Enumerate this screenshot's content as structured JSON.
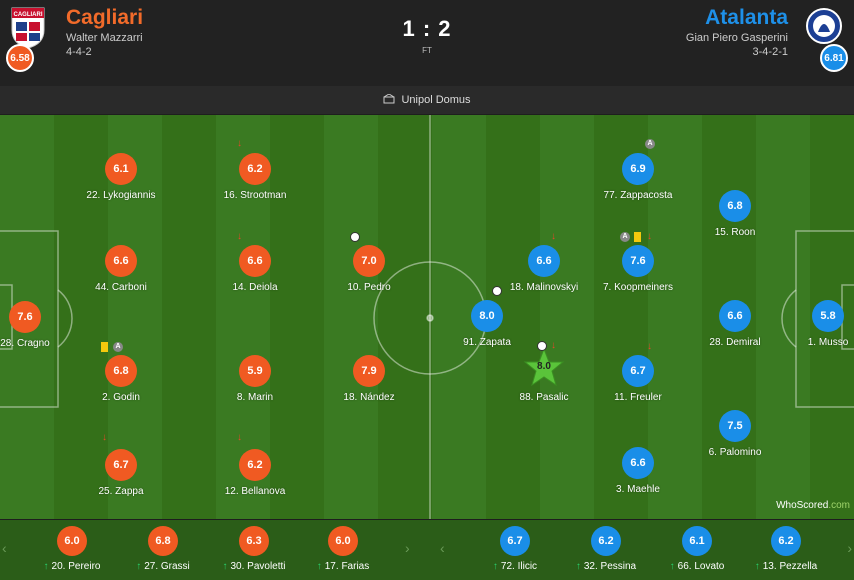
{
  "header": {
    "home": {
      "name": "Cagliari",
      "coach": "Walter Mazzarri",
      "formation": "4-4-2",
      "rating": "6.58",
      "logo_text": "CAGLIARI",
      "color": "#f05a22"
    },
    "away": {
      "name": "Atalanta",
      "coach": "Gian Piero Gasperini",
      "formation": "3-4-2-1",
      "rating": "6.81",
      "color": "#1a8ee8"
    },
    "score": "1 : 2",
    "status": "FT"
  },
  "venue": {
    "name": "Unipol Domus",
    "icon": "stadium-icon"
  },
  "home_players": [
    {
      "number": "28",
      "name": "Cragno",
      "rating": "7.6"
    },
    {
      "number": "22",
      "name": "Lykogiannis",
      "rating": "6.1"
    },
    {
      "number": "44",
      "name": "Carboni",
      "rating": "6.6"
    },
    {
      "number": "2",
      "name": "Godin",
      "rating": "6.8",
      "events": [
        "yellow-card",
        "assist"
      ]
    },
    {
      "number": "25",
      "name": "Zappa",
      "rating": "6.7",
      "events": [
        "subbed-off"
      ]
    },
    {
      "number": "16",
      "name": "Strootman",
      "rating": "6.2",
      "events": [
        "subbed-off"
      ]
    },
    {
      "number": "14",
      "name": "Deiola",
      "rating": "6.6",
      "events": [
        "subbed-off"
      ]
    },
    {
      "number": "8",
      "name": "Marin",
      "rating": "5.9"
    },
    {
      "number": "12",
      "name": "Bellanova",
      "rating": "6.2",
      "events": [
        "subbed-off"
      ]
    },
    {
      "number": "10",
      "name": "Pedro",
      "rating": "7.0",
      "events": [
        "goal"
      ]
    },
    {
      "number": "18",
      "name": "Nández",
      "rating": "7.9"
    }
  ],
  "away_players": [
    {
      "number": "91",
      "name": "Zapata",
      "rating": "8.0",
      "events": [
        "goal"
      ]
    },
    {
      "number": "18",
      "name": "Malinovskyi",
      "rating": "6.6",
      "events": [
        "subbed-off"
      ]
    },
    {
      "number": "88",
      "name": "Pasalic",
      "rating": "8.0",
      "events": [
        "goal",
        "subbed-off",
        "man-of-the-match"
      ]
    },
    {
      "number": "77",
      "name": "Zappacosta",
      "rating": "6.9",
      "events": [
        "assist"
      ]
    },
    {
      "number": "7",
      "name": "Koopmeiners",
      "rating": "7.6",
      "events": [
        "assist",
        "yellow-card",
        "subbed-off"
      ]
    },
    {
      "number": "11",
      "name": "Freuler",
      "rating": "6.7",
      "events": [
        "subbed-off"
      ]
    },
    {
      "number": "3",
      "name": "Maehle",
      "rating": "6.6"
    },
    {
      "number": "15",
      "name": "Roon",
      "rating": "6.8"
    },
    {
      "number": "28",
      "name": "Demiral",
      "rating": "6.6"
    },
    {
      "number": "6",
      "name": "Palomino",
      "rating": "7.5"
    },
    {
      "number": "1",
      "name": "Musso",
      "rating": "5.8"
    }
  ],
  "home_subs": [
    {
      "number": "20",
      "name": "Pereiro",
      "rating": "6.0"
    },
    {
      "number": "27",
      "name": "Grassi",
      "rating": "6.8"
    },
    {
      "number": "30",
      "name": "Pavoletti",
      "rating": "6.3"
    },
    {
      "number": "17",
      "name": "Farias",
      "rating": "6.0"
    }
  ],
  "away_subs": [
    {
      "number": "72",
      "name": "Ilicic",
      "rating": "6.7"
    },
    {
      "number": "32",
      "name": "Pessina",
      "rating": "6.2"
    },
    {
      "number": "66",
      "name": "Lovato",
      "rating": "6.1"
    },
    {
      "number": "13",
      "name": "Pezzella",
      "rating": "6.2"
    }
  ],
  "watermark": "WhoScored",
  "watermark_suffix": ".com"
}
